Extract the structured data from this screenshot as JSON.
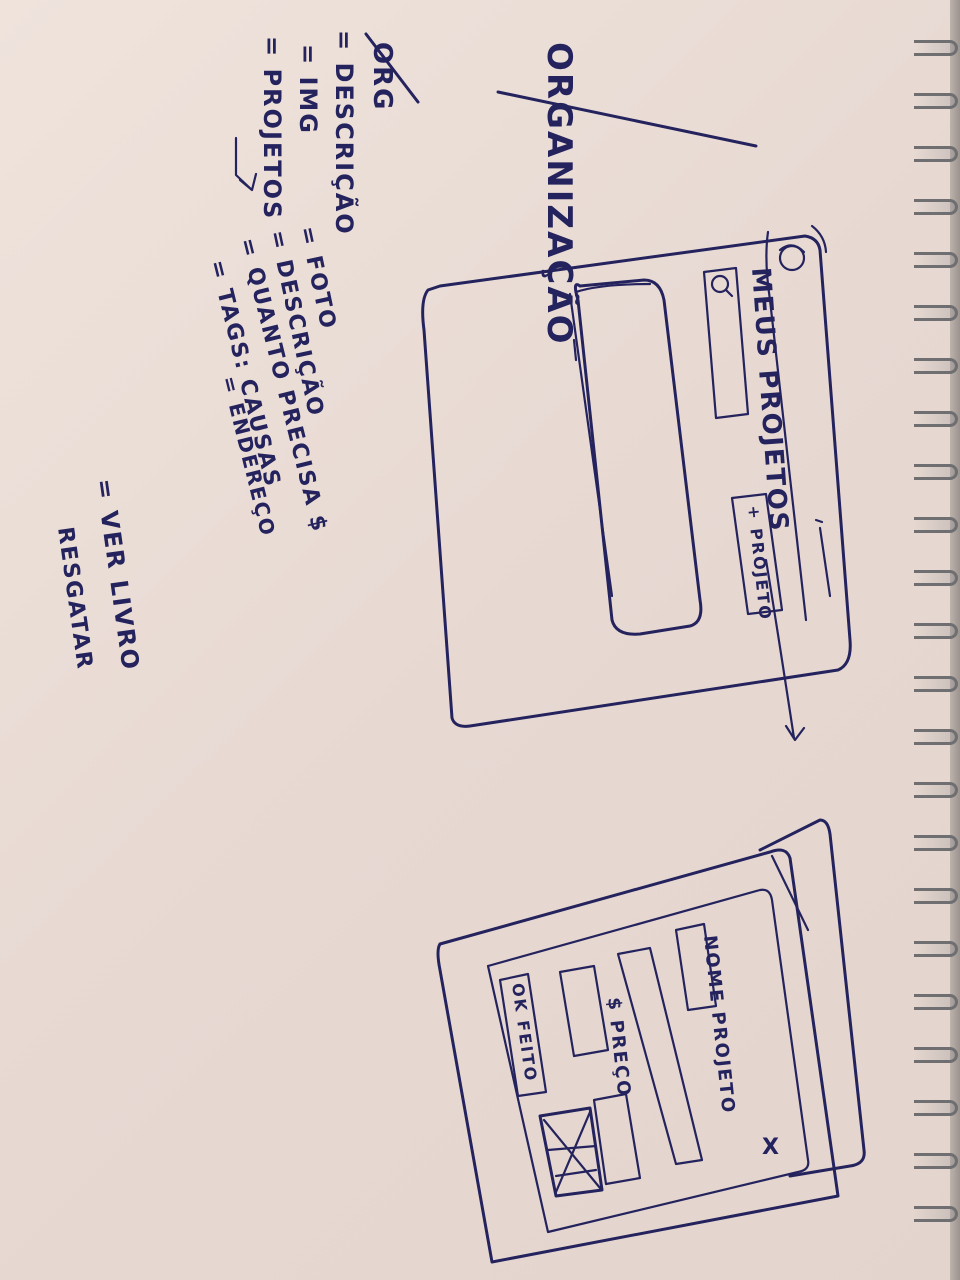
{
  "heading": "ORGANIZAÇÃO",
  "notes": {
    "org_title": "ORG",
    "org_items": [
      "= DESCRIÇÃO",
      "= IMG",
      "= PROJETOS"
    ],
    "project_items": [
      "= FOTO",
      "= DESCRIÇÃO",
      "= QUANTO PRECISA $",
      "= TAGS: CAUSAS",
      "= ENDEREÇO"
    ],
    "extra_items": [
      "= VER LIVRO",
      "RESGATAR"
    ]
  },
  "screen1": {
    "title": "MEUS PROJETOS",
    "search_icon": "search-icon",
    "user_icon": "user-icon",
    "add_button_label": "+ PROJETO"
  },
  "screen2": {
    "name_label": "NOME PROJETO",
    "price_label": "$ PREÇO",
    "ok_label": "OK FEITO",
    "close_glyph": "X",
    "image_icon": "image-placeholder-icon"
  },
  "colors": {
    "ink": "#24235e",
    "paper": "#ece0d9",
    "spiral": "#6f6f72"
  }
}
